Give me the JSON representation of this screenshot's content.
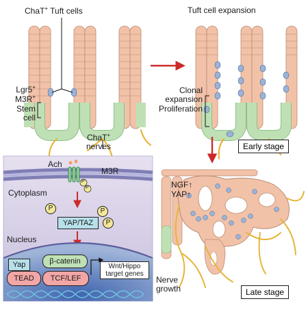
{
  "top_left": {
    "chat_label": "ChaT",
    "chat_sup": "+",
    "tuft_label": " Tuft cells",
    "stem_lines": [
      "Lgr5",
      "M3R",
      "Stem",
      "cell"
    ],
    "stem_sups": [
      "+",
      "+"
    ],
    "nerves_label": "ChaT",
    "nerves_sup": "+",
    "nerves_line2": "nerves"
  },
  "top_right": {
    "title": "Tuft cell expansion",
    "desc_lines": [
      "Clonal",
      "expansion",
      "Proliferation"
    ],
    "stage_label": "Early stage"
  },
  "bottom_left": {
    "ach": "Ach",
    "receptor": "M3R",
    "cytoplasm": "Cytoplasm",
    "yap_taz": "YAP/TAZ",
    "phospho": "P",
    "nucleus": "Nucleus",
    "yap": "Yap",
    "beta_catenin": "β-catenin",
    "tead": "TEAD",
    "tcf_lef": "TCF/LEF",
    "targets_lines": [
      "Wnt/Hippo",
      "target genes"
    ]
  },
  "bottom_right": {
    "ngf": "NGF↑",
    "yap": "YAP↑",
    "nerve_lines": [
      "Nerve",
      "growth"
    ],
    "stage_label": "Late stage"
  },
  "colors": {
    "tuft_cell": "#f2c2a8",
    "stem_cell": "#bfe0b5",
    "blue_cell": "#9bb3d6",
    "nerve": "#e5b53a",
    "arrow": "#cc2a2a",
    "membrane": "#7f7fb5",
    "cytoplasm_bg": "#c9c0de",
    "nucleus_bg": "#3f64ae"
  }
}
